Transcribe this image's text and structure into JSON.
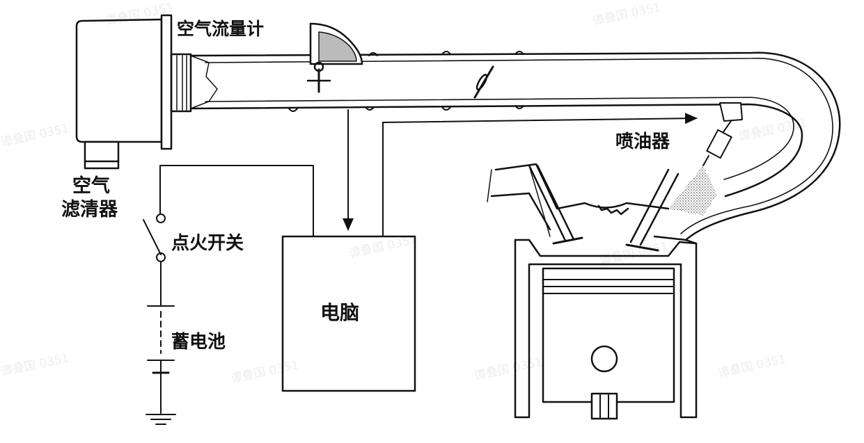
{
  "labels": {
    "air_flow_meter": "空气流量计",
    "air_filter_line1": "空气",
    "air_filter_line2": "滤清器",
    "injector": "喷油器",
    "ignition_switch": "点火开关",
    "battery": "蓄电池",
    "ecu": "电脑"
  },
  "watermark": "谭叠国 0351",
  "colors": {
    "ink": "#111111",
    "paper": "#ffffff",
    "shade": "#555555"
  }
}
